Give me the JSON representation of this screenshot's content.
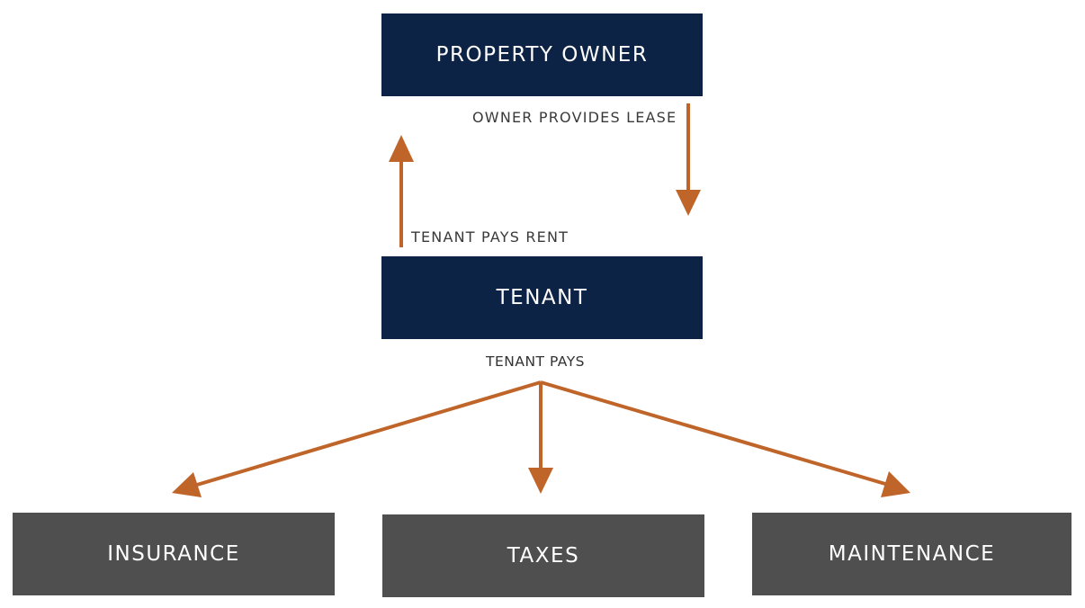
{
  "diagram": {
    "nodes": {
      "owner": "PROPERTY OWNER",
      "tenant": "TENANT",
      "insurance": "INSURANCE",
      "taxes": "TAXES",
      "maintenance": "MAINTENANCE"
    },
    "edge_labels": {
      "lease": "OWNER PROVIDES LEASE",
      "rent": "TENANT PAYS RENT",
      "tenant_pays": "TENANT PAYS"
    },
    "colors": {
      "primary_box": "#0d2345",
      "secondary_box": "#4f4f4f",
      "arrow": "#c0652a",
      "label_text": "#3a3a3a"
    }
  }
}
